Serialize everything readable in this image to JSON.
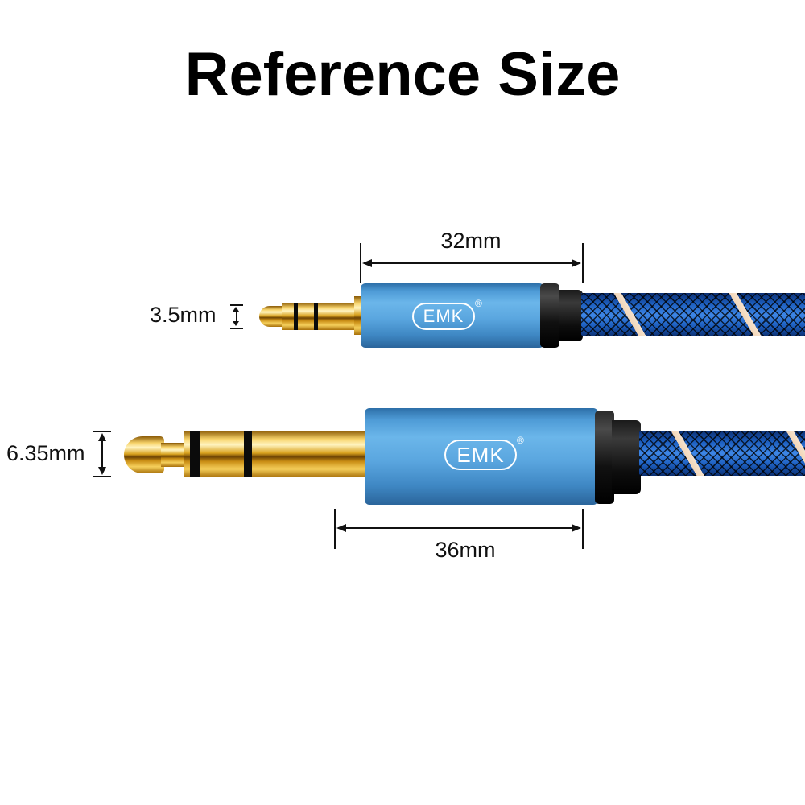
{
  "title": "Reference Size",
  "brand": {
    "logo_text": "EMK",
    "registered_mark": "®"
  },
  "top_connector": {
    "type": "3.5mm plug",
    "diameter_label": "3.5mm",
    "housing_length_label": "32mm"
  },
  "bottom_connector": {
    "type": "6.35mm plug",
    "diameter_label": "6.35mm",
    "housing_length_label": "36mm"
  },
  "colors": {
    "background": "#ffffff",
    "text": "#000000",
    "housing_blue": "#5aa6df",
    "cable_blue": "#1d5fc0",
    "cable_stripe": "#f2d6b8",
    "gold": "#e0b030",
    "collar_black": "#111111"
  }
}
